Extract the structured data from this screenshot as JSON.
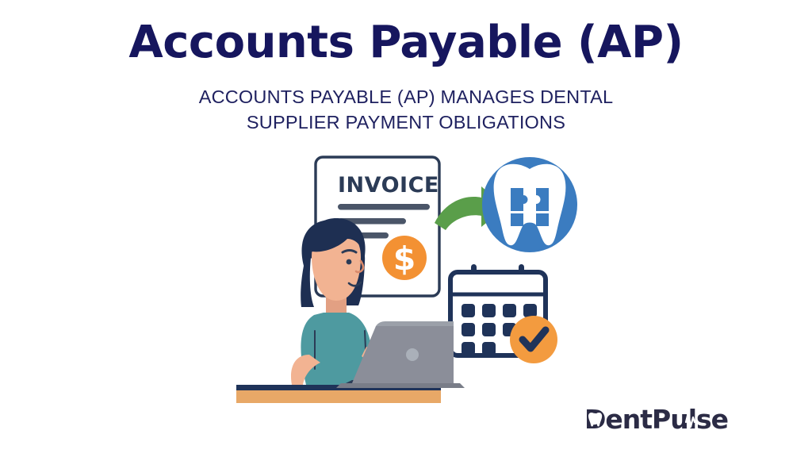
{
  "page": {
    "background_color": "#ffffff",
    "title": "Accounts Payable (AP)",
    "title_color": "#16165e",
    "subtitle_line_1": "ACCOUNTS PAYABLE (AP) MANAGES DENTAL",
    "subtitle_line_2": "SUPPLIER PAYMENT OBLIGATIONS",
    "subtitle_color": "#1f2160"
  },
  "illustration": {
    "invoice": {
      "heading": "INVOICE",
      "heading_color": "#2b3b56",
      "card_fill": "#ffffff",
      "card_stroke": "#2b3b56",
      "line_color": "#4a5568",
      "line_count": 3,
      "coin": {
        "symbol": "$",
        "circle_color": "#f39133",
        "symbol_color": "#ffffff"
      }
    },
    "arrow": {
      "name": "curved-right-arrow",
      "color": "#5a9e4a"
    },
    "tooth_badge": {
      "name": "tooth-icon",
      "circle_color": "#3b7cc0",
      "tooth_color": "#ffffff"
    },
    "calendar": {
      "name": "calendar-icon",
      "outline_color": "#1f3359",
      "day_color": "#1f3359",
      "fill_color": "#ffffff",
      "rows": [
        4,
        4,
        2
      ],
      "check_badge": {
        "circle_color": "#f39b3f",
        "check_color": "#1f3359"
      }
    },
    "person": {
      "name": "woman-at-laptop",
      "hair_color": "#1e2f52",
      "skin_color": "#f2b392",
      "shirt_color": "#4e9aa0",
      "laptop_color": "#8b8e99",
      "laptop_shade": "#797d88",
      "desk_color": "#e8a867",
      "desk_edge_color": "#1f3359"
    }
  },
  "logo": {
    "text_full": "DentPulse",
    "text_part_1": "Dent",
    "text_part_2": "Pulse",
    "color": "#2b2b45",
    "mark": "tooth-in-letter-d",
    "accent": "pulse-line"
  }
}
